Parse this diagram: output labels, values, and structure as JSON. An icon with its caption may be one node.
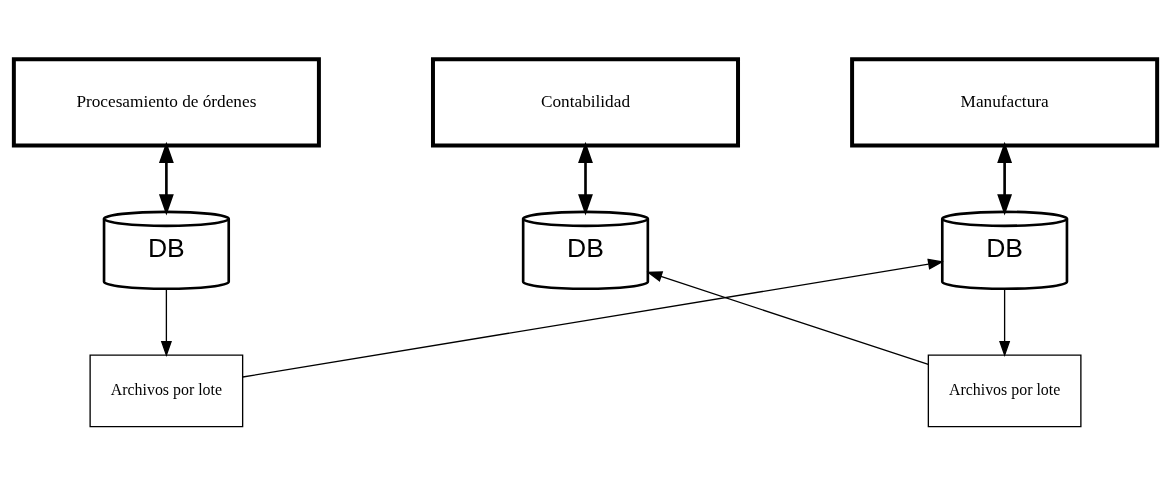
{
  "diagram": {
    "nodes": [
      {
        "text": [
          "Procesamiento de órdenes"
        ]
      },
      {
        "text": [
          "Manufactura"
        ]
      },
      {
        "text": [
          "Contabilidad"
        ]
      },
      {
        "text": [
          "DB"
        ]
      },
      {
        "text": [
          "DB"
        ]
      },
      {
        "text": [
          "DB"
        ]
      },
      {
        "text": [
          "Archivos por lote"
        ]
      },
      {
        "text": [
          "Archivos por lote"
        ]
      }
    ],
    "edges": [
      {
        "from": 0,
        "to": 3,
        "arrow": "both"
      },
      {
        "from": 1,
        "to": 4,
        "arrow": "both"
      },
      {
        "from": 2,
        "to": 5,
        "arrow": "both"
      },
      {
        "from": 3,
        "to": 6,
        "arrow": "to"
      },
      {
        "from": 6,
        "to": 4,
        "arrow": "to"
      },
      {
        "from": 4,
        "to": 7,
        "arrow": "to"
      },
      {
        "from": 7,
        "to": 5,
        "arrow": "to"
      }
    ]
  }
}
